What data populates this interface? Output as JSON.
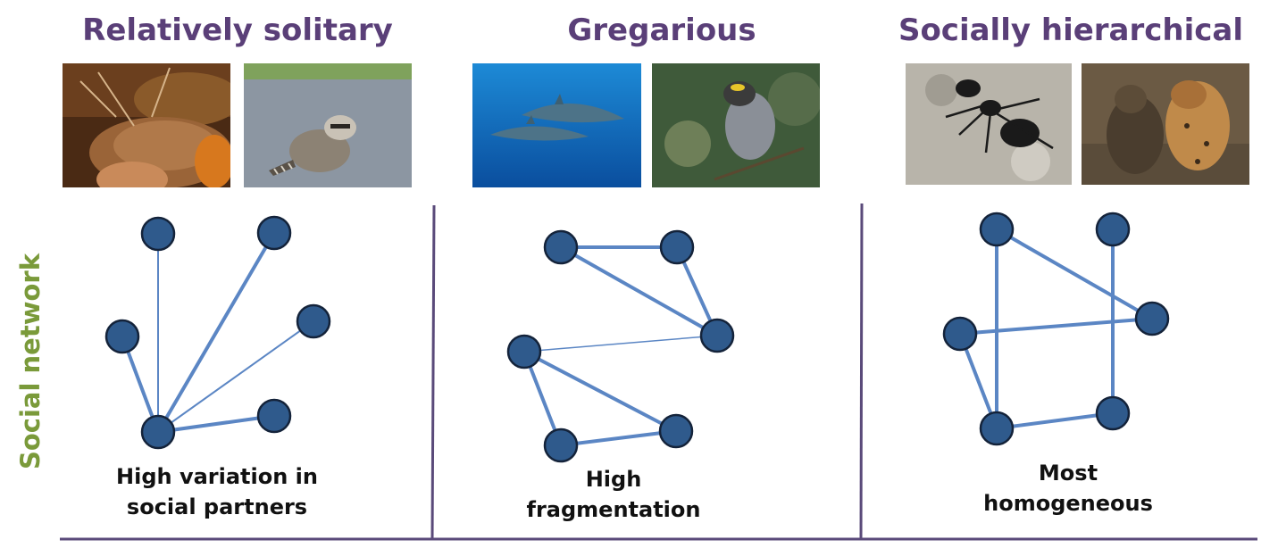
{
  "headings": {
    "solitary": "Relatively solitary",
    "gregarious": "Gregarious",
    "hierarchical": "Socially hierarchical"
  },
  "side_label": "Social network",
  "captions": {
    "solitary": [
      "High variation in",
      "social partners"
    ],
    "gregarious": [
      "High",
      "fragmentation"
    ],
    "hierarchical": [
      "Most",
      "homogeneous"
    ]
  },
  "photos": [
    "tortoise",
    "raccoon",
    "dolphins",
    "sparrow",
    "ant",
    "hyenas"
  ],
  "colors": {
    "heading": "#5a3f78",
    "side_label": "#7a9a3a",
    "node_fill": "#2f5a8c",
    "node_stroke": "#14233a",
    "edge": "#5b86c4",
    "divider": "#5a4a7a"
  }
}
